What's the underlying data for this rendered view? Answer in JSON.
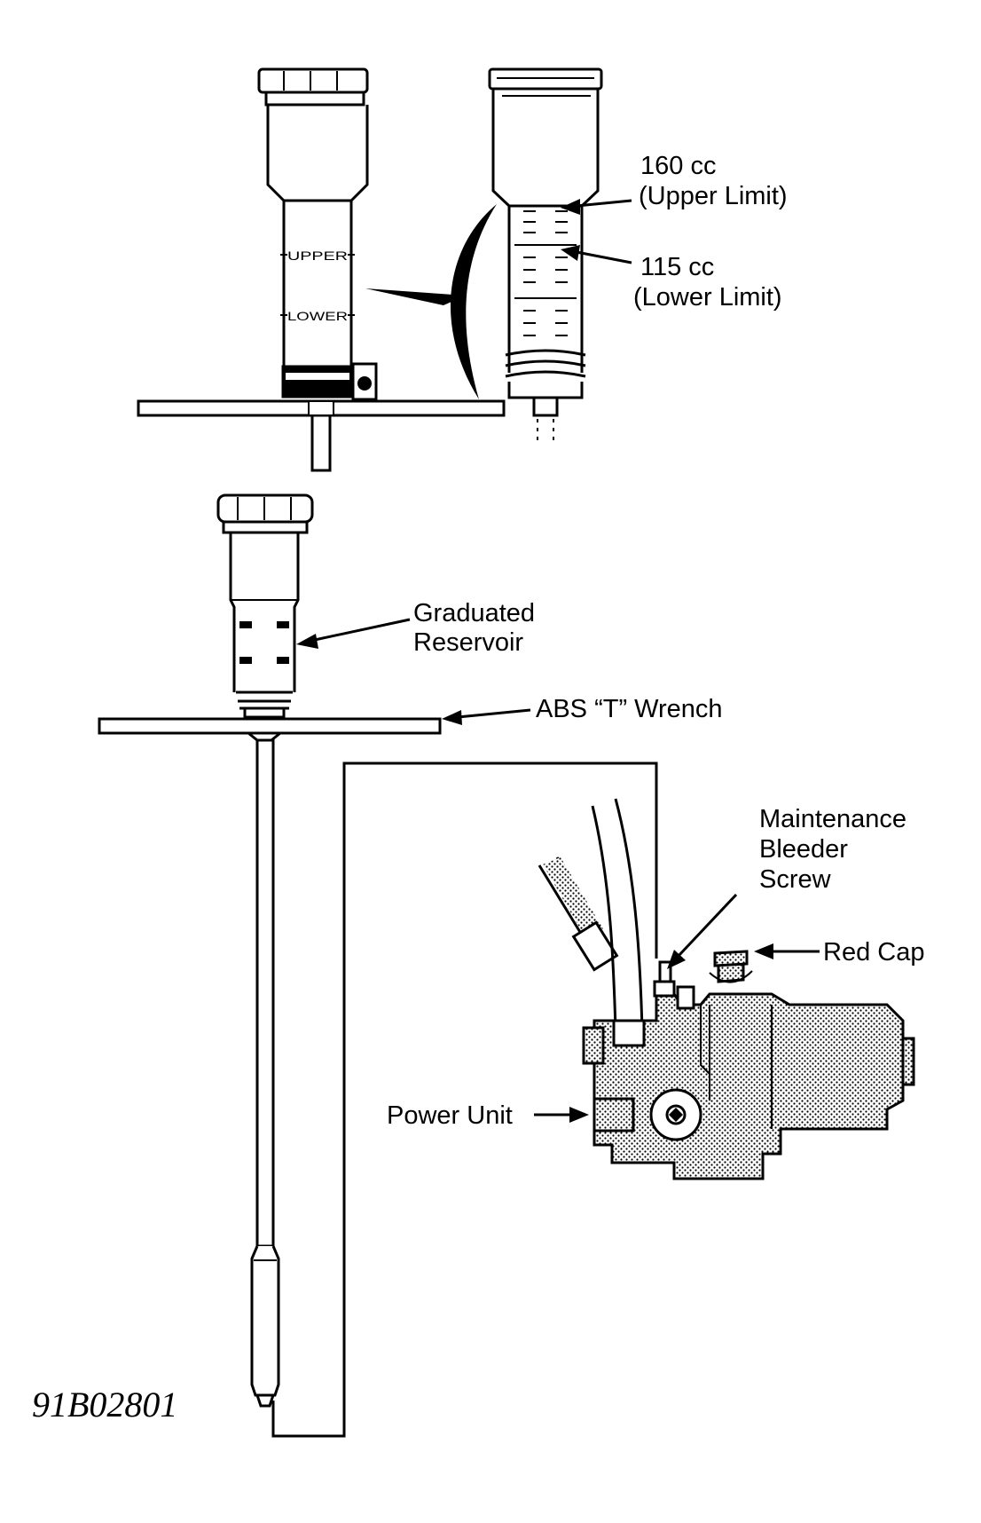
{
  "labels": {
    "upper_mark": "UPPER",
    "lower_mark": "LOWER",
    "upper_limit_value": "160 cc",
    "upper_limit_text": "(Upper Limit)",
    "lower_limit_value": "115 cc",
    "lower_limit_text": "(Lower Limit)",
    "reservoir_line1": "Graduated",
    "reservoir_line2": "Reservoir",
    "wrench": "ABS “T” Wrench",
    "bleeder_line1": "Maintenance",
    "bleeder_line2": "Bleeder",
    "bleeder_line3": "Screw",
    "red_cap": "Red Cap",
    "power_unit": "Power Unit",
    "figure_code": "91B02801"
  }
}
